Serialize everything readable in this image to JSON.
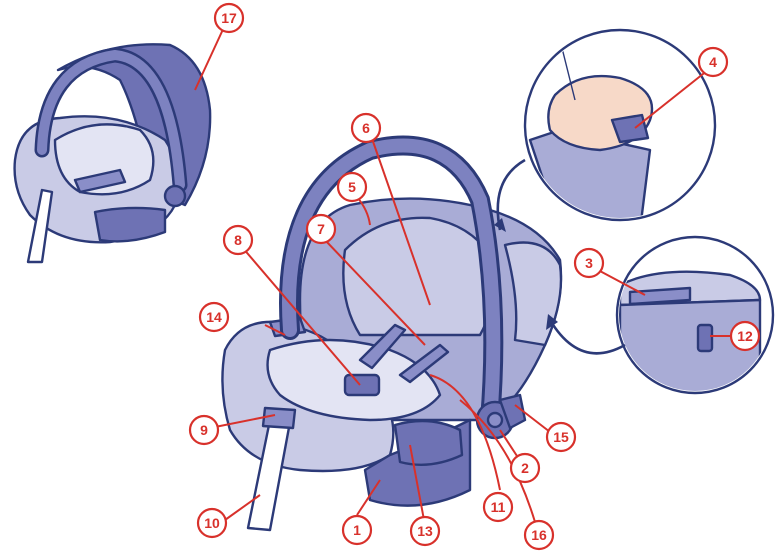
{
  "colors": {
    "background": "#ffffff",
    "outline": "#2c3a78",
    "shell_light": "#c9cbe6",
    "shell_mid": "#a9acd6",
    "shell_dark": "#6e72b4",
    "handle": "#7d82c0",
    "skin": "#f7d9c8",
    "callout": "#d8312b",
    "arrow": "#2c3a78"
  },
  "callouts": [
    {
      "id": "c1",
      "label": "1"
    },
    {
      "id": "c2",
      "label": "2"
    },
    {
      "id": "c3",
      "label": "3"
    },
    {
      "id": "c4",
      "label": "4"
    },
    {
      "id": "c5",
      "label": "5"
    },
    {
      "id": "c6",
      "label": "6"
    },
    {
      "id": "c7",
      "label": "7"
    },
    {
      "id": "c8",
      "label": "8"
    },
    {
      "id": "c9",
      "label": "9"
    },
    {
      "id": "c10",
      "label": "10"
    },
    {
      "id": "c11",
      "label": "11"
    },
    {
      "id": "c12",
      "label": "12"
    },
    {
      "id": "c13",
      "label": "13"
    },
    {
      "id": "c14",
      "label": "14"
    },
    {
      "id": "c15",
      "label": "15"
    },
    {
      "id": "c16",
      "label": "16"
    },
    {
      "id": "c17",
      "label": "17"
    }
  ]
}
